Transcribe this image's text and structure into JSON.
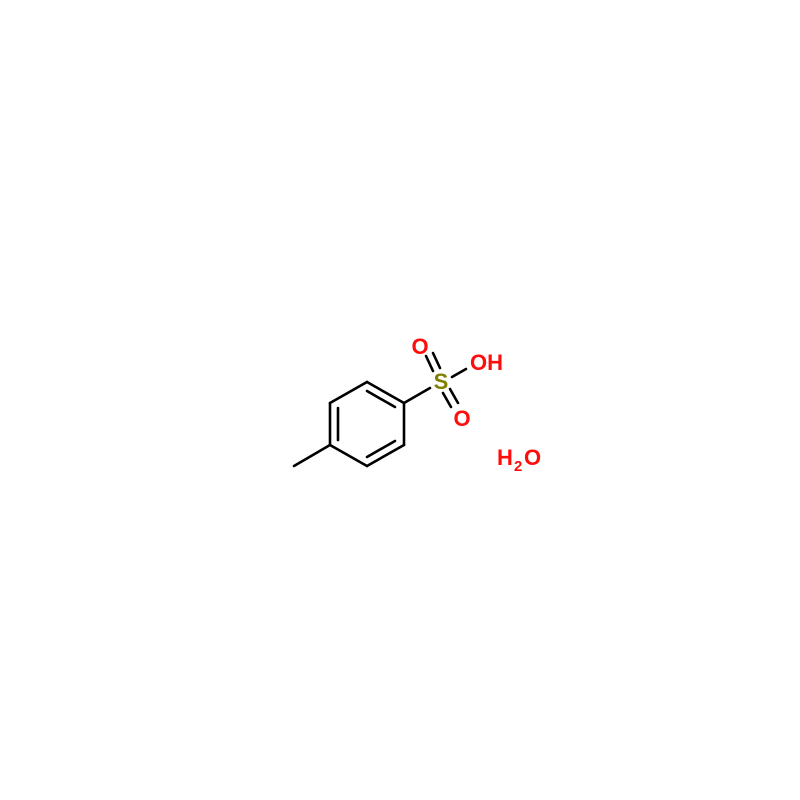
{
  "molecule": {
    "atoms": {
      "sulfur": "S",
      "oxygen_top": "O",
      "oxygen_bottom": "O",
      "hydroxyl": "OH"
    },
    "water": {
      "h": "H",
      "subscript": "2",
      "o": "O"
    }
  },
  "colors": {
    "bond": "#000000",
    "oxygen": "#ff0d0d",
    "sulfur": "#808000"
  }
}
